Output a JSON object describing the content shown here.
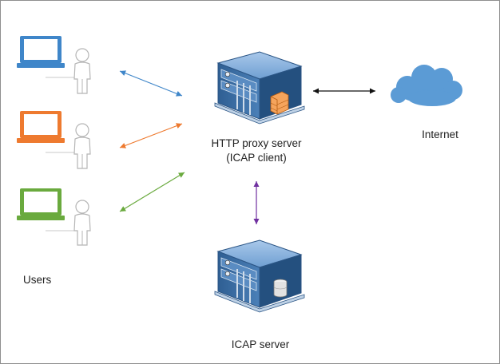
{
  "labels": {
    "users": "Users",
    "proxy_line1": "HTTP proxy server",
    "proxy_line2": "(ICAP client)",
    "icap_server": "ICAP server",
    "internet": "Internet"
  },
  "colors": {
    "blue": "#3f86c9",
    "orange": "#ee7a2f",
    "green": "#6aaa3e",
    "purple": "#7030a0",
    "black": "#111111",
    "cloud": "#5b9bd5",
    "server_body": "#3c6fa5",
    "server_top": "#8db4dd"
  },
  "icons": {
    "users": [
      "laptop-icon",
      "person-icon"
    ],
    "proxy": "server-with-firewall-icon",
    "icap": "server-with-database-icon",
    "internet": "cloud-icon"
  }
}
